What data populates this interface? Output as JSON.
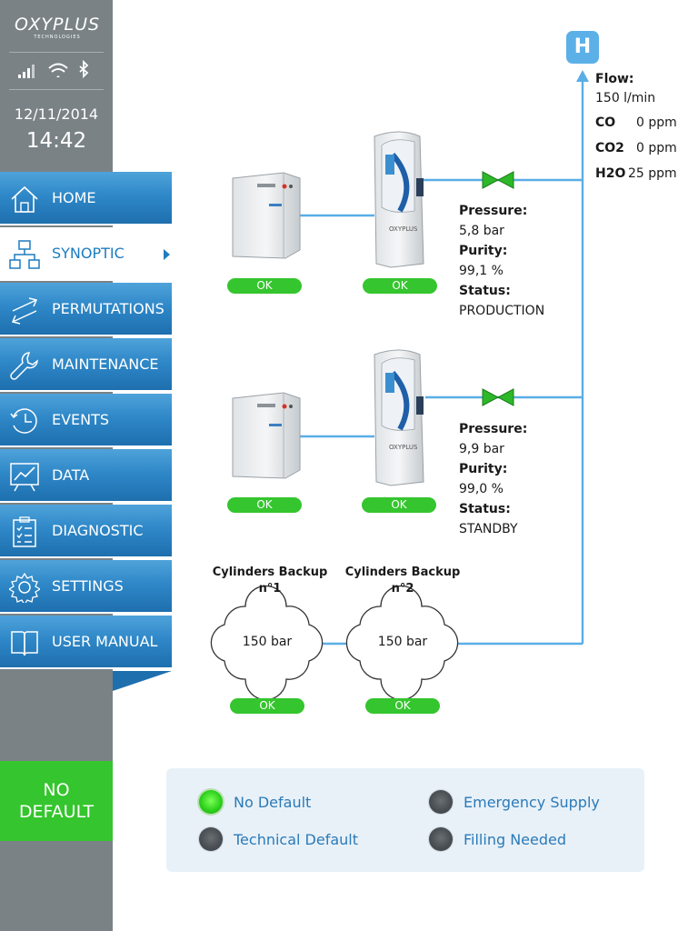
{
  "brand": {
    "name": "OXYPLUS",
    "tagline": "TECHNOLOGIES"
  },
  "status": {
    "date": "12/11/2014",
    "time": "14:42"
  },
  "menu": [
    {
      "label": "HOME",
      "icon": "home-icon"
    },
    {
      "label": "SYNOPTIC",
      "icon": "network-icon",
      "active": true
    },
    {
      "label": "PERMUTATIONS",
      "icon": "swap-arrows-icon"
    },
    {
      "label": "MAINTENANCE",
      "icon": "wrench-icon"
    },
    {
      "label": "EVENTS",
      "icon": "clock-history-icon"
    },
    {
      "label": "DATA",
      "icon": "chart-board-icon"
    },
    {
      "label": "DIAGNOSTIC",
      "icon": "checklist-icon"
    },
    {
      "label": "SETTINGS",
      "icon": "gear-icon"
    },
    {
      "label": "USER MANUAL",
      "icon": "book-icon"
    }
  ],
  "system_state": "NO DEFAULT",
  "outlet": {
    "badge": "H",
    "flow_label": "Flow:",
    "flow_value": "150 l/min",
    "co_label": "CO",
    "co_value": "0 ppm",
    "co2_label": "CO2",
    "co2_value": "0 ppm",
    "h2o_label": "H2O",
    "h2o_value": "25 ppm"
  },
  "lines": [
    {
      "compressor_status": "OK",
      "generator_status": "OK",
      "pressure_label": "Pressure:",
      "pressure": "5,8 bar",
      "purity_label": "Purity:",
      "purity": "99,1 %",
      "status_label": "Status:",
      "status": "PRODUCTION"
    },
    {
      "compressor_status": "OK",
      "generator_status": "OK",
      "pressure_label": "Pressure:",
      "pressure": "9,9 bar",
      "purity_label": "Purity:",
      "purity": "99,0 %",
      "status_label": "Status:",
      "status": "STANDBY"
    }
  ],
  "cylinders": [
    {
      "title_line1": "Cylinders Backup",
      "title_line2": "n°1",
      "pressure": "150 bar",
      "status": "OK"
    },
    {
      "title_line1": "Cylinders Backup",
      "title_line2": "n°2",
      "pressure": "150 bar",
      "status": "OK"
    }
  ],
  "legend": {
    "no_default": "No Default",
    "technical_default": "Technical Default",
    "emergency_supply": "Emergency Supply",
    "filling_needed": "Filling Needed",
    "active": "no_default"
  },
  "colors": {
    "menu_blue": "#2f88c8",
    "ok_green": "#35c52e",
    "pipe_blue": "#5aaee6",
    "sidebar_gray": "#7a8286",
    "valve_green": "#2db82a"
  }
}
